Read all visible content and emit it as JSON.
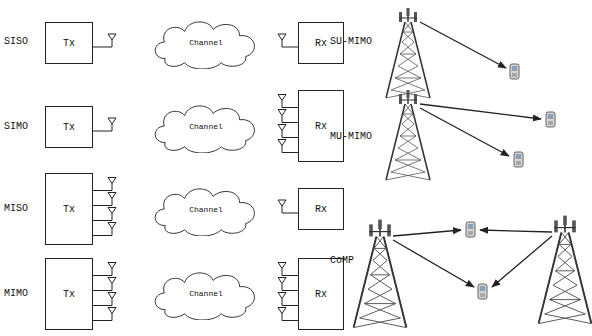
{
  "diagram": {
    "nodes": [
      {
        "text": [
          "Tx"
        ]
      },
      {
        "text": [
          "Channel"
        ]
      },
      {
        "text": [
          "Rx"
        ]
      },
      {
        "text": [
          "Tx"
        ]
      },
      {
        "text": [
          "Channel"
        ]
      },
      {
        "text": [
          "Rx"
        ]
      },
      {
        "text": [
          "Tx"
        ]
      },
      {
        "text": [
          "Channel"
        ]
      },
      {
        "text": [
          "Rx"
        ]
      },
      {
        "text": [
          "Tx"
        ]
      },
      {
        "text": [
          "Channel"
        ]
      },
      {
        "text": [
          "Rx"
        ]
      }
    ],
    "labels": [
      "SISO",
      "SIMO",
      "MISO",
      "MIMO",
      "SU-MIMO",
      "MU-MIMO",
      "CoMP"
    ]
  }
}
